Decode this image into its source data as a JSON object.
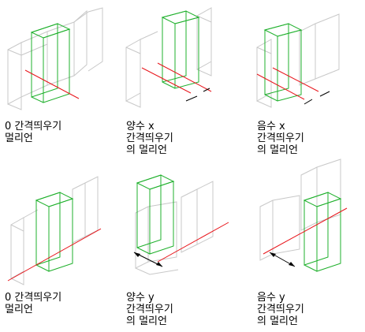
{
  "colors": {
    "ghost": "#c8c8c8",
    "box": "#1fb02c",
    "line": "#e8141a",
    "dimension": "#000000"
  },
  "panels": [
    {
      "id": "p1",
      "lines": [
        "0 간격띄우기",
        "멀리언"
      ]
    },
    {
      "id": "p2",
      "lines": [
        "양수 x",
        "간격띄우기",
        "의 멀리언"
      ]
    },
    {
      "id": "p3",
      "lines": [
        "음수 x",
        "간격띄우기",
        "의 멀리언"
      ]
    },
    {
      "id": "p4",
      "lines": [
        "0 간격띄우기",
        "멀리언"
      ]
    },
    {
      "id": "p5",
      "lines": [
        "양수 y",
        "간격띄우기",
        "의 멀리언"
      ]
    },
    {
      "id": "p6",
      "lines": [
        "음수 y",
        "간격띄우기",
        "의 멀리언"
      ]
    }
  ]
}
